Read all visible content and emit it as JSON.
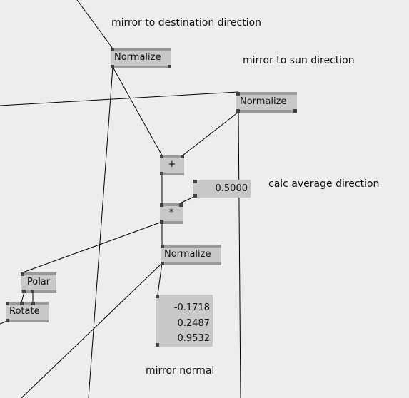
{
  "comments": {
    "mirror_dest": "mirror to destination direction",
    "mirror_sun": "mirror to sun direction",
    "calc_average": "calc average direction",
    "mirror_normal": "mirror normal"
  },
  "nodes": {
    "normalize_dest": "Normalize",
    "normalize_sun": "Normalize",
    "plus": "+",
    "multiply": "*",
    "normalize_mirror": "Normalize",
    "polar": "Polar",
    "rotate": "Rotate"
  },
  "values": {
    "scalar": "0.5000",
    "vector": [
      "-0.1718",
      "0.2487",
      "0.9532"
    ]
  },
  "colors": {
    "background": "#ededed",
    "node_fill": "#c8c8c8",
    "node_bar": "#9a9a9a",
    "pin": "#444444",
    "wire": "#000000"
  }
}
